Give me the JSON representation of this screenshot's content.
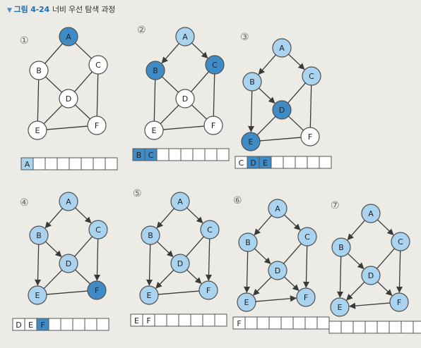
{
  "figure": {
    "label": "그림 4-24",
    "caption": "너비 우선 탐색 과정"
  },
  "colors": {
    "visited": "#a9d3ee",
    "current": "#3f8bc6",
    "unvisited": "#ffffff",
    "queue_bg": "#ffffff",
    "edge": "#3a3a3a",
    "node_border": "#4f4f4f"
  },
  "panels": [
    {
      "step": "①",
      "nodes": {
        "A": "current",
        "B": "unvisited",
        "C": "unvisited",
        "D": "unvisited",
        "E": "unvisited",
        "F": "unvisited"
      },
      "arrows": [],
      "queue": [
        "A"
      ],
      "queue_colors": [
        "visited"
      ]
    },
    {
      "step": "②",
      "nodes": {
        "A": "visited",
        "B": "current",
        "C": "current",
        "D": "unvisited",
        "E": "unvisited",
        "F": "unvisited"
      },
      "arrows": [
        [
          "A",
          "B"
        ],
        [
          "A",
          "C"
        ]
      ],
      "queue": [
        "B",
        "C"
      ],
      "queue_colors": [
        "current",
        "current"
      ]
    },
    {
      "step": "③",
      "nodes": {
        "A": "visited",
        "B": "visited",
        "C": "visited",
        "D": "current",
        "E": "current",
        "F": "unvisited"
      },
      "arrows": [
        [
          "A",
          "B"
        ],
        [
          "A",
          "C"
        ],
        [
          "B",
          "D"
        ],
        [
          "B",
          "E"
        ]
      ],
      "queue": [
        "C",
        "D",
        "E"
      ],
      "queue_colors": [
        "unvisited",
        "current",
        "current"
      ]
    },
    {
      "step": "④",
      "nodes": {
        "A": "visited",
        "B": "visited",
        "C": "visited",
        "D": "visited",
        "E": "visited",
        "F": "current"
      },
      "arrows": [
        [
          "A",
          "B"
        ],
        [
          "A",
          "C"
        ],
        [
          "B",
          "D"
        ],
        [
          "B",
          "E"
        ],
        [
          "C",
          "F"
        ]
      ],
      "queue": [
        "D",
        "E",
        "F"
      ],
      "queue_colors": [
        "unvisited",
        "unvisited",
        "current"
      ]
    },
    {
      "step": "⑤",
      "nodes": {
        "A": "visited",
        "B": "visited",
        "C": "visited",
        "D": "visited",
        "E": "visited",
        "F": "visited"
      },
      "arrows": [
        [
          "A",
          "B"
        ],
        [
          "A",
          "C"
        ],
        [
          "B",
          "D"
        ],
        [
          "B",
          "E"
        ],
        [
          "C",
          "F"
        ],
        [
          "D",
          "E"
        ],
        [
          "D",
          "F"
        ]
      ],
      "queue": [
        "E",
        "F"
      ],
      "queue_colors": [
        "unvisited",
        "unvisited"
      ]
    },
    {
      "step": "⑥",
      "nodes": {
        "A": "visited",
        "B": "visited",
        "C": "visited",
        "D": "visited",
        "E": "visited",
        "F": "visited"
      },
      "arrows": [
        [
          "A",
          "B"
        ],
        [
          "A",
          "C"
        ],
        [
          "B",
          "D"
        ],
        [
          "B",
          "E"
        ],
        [
          "C",
          "F"
        ],
        [
          "D",
          "E"
        ],
        [
          "D",
          "F"
        ],
        [
          "E",
          "F"
        ]
      ],
      "queue": [
        "F"
      ],
      "queue_colors": [
        "unvisited"
      ]
    },
    {
      "step": "⑦",
      "nodes": {
        "A": "visited",
        "B": "visited",
        "C": "visited",
        "D": "visited",
        "E": "visited",
        "F": "visited"
      },
      "arrows": [
        [
          "A",
          "B"
        ],
        [
          "A",
          "C"
        ],
        [
          "B",
          "D"
        ],
        [
          "B",
          "E"
        ],
        [
          "C",
          "F"
        ],
        [
          "D",
          "E"
        ],
        [
          "D",
          "F"
        ],
        [
          "F",
          "E"
        ]
      ],
      "queue": [],
      "queue_colors": []
    }
  ],
  "edges": [
    [
      "A",
      "B"
    ],
    [
      "A",
      "C"
    ],
    [
      "B",
      "D"
    ],
    [
      "B",
      "E"
    ],
    [
      "C",
      "D"
    ],
    [
      "C",
      "F"
    ],
    [
      "D",
      "E"
    ],
    [
      "D",
      "F"
    ],
    [
      "E",
      "F"
    ]
  ]
}
